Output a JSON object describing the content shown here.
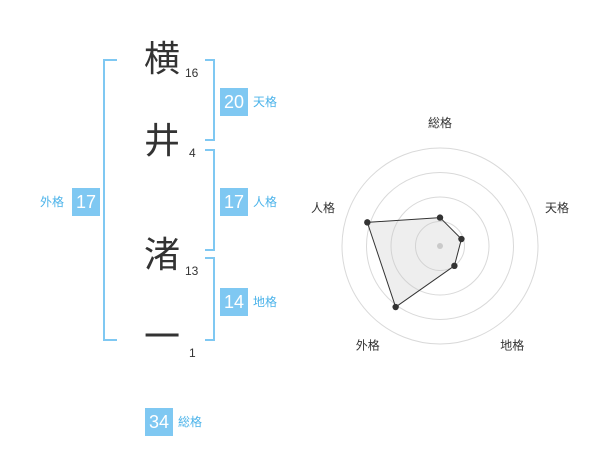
{
  "name": {
    "chars": [
      {
        "char": "横",
        "strokes": "16"
      },
      {
        "char": "井",
        "strokes": "4"
      },
      {
        "char": "渚",
        "strokes": "13"
      },
      {
        "char": "一",
        "strokes": "1"
      }
    ]
  },
  "kakusu": {
    "tenkaku": {
      "value": "20",
      "label": "天格"
    },
    "jinkaku": {
      "value": "17",
      "label": "人格"
    },
    "chikaku": {
      "value": "14",
      "label": "地格"
    },
    "gaikaku": {
      "value": "17",
      "label": "外格"
    },
    "soukaku": {
      "value": "34",
      "label": "総格"
    }
  },
  "colors": {
    "accent": "#7fc8f2",
    "bracket": "#7fc8f2",
    "label": "#4bb3ea"
  },
  "chart_data": {
    "type": "radar",
    "axes": [
      "総格",
      "天格",
      "地格",
      "外格",
      "人格"
    ],
    "values": [
      0.29,
      0.23,
      0.25,
      0.77,
      0.78
    ],
    "range": [
      0,
      1
    ],
    "rings": 4
  }
}
